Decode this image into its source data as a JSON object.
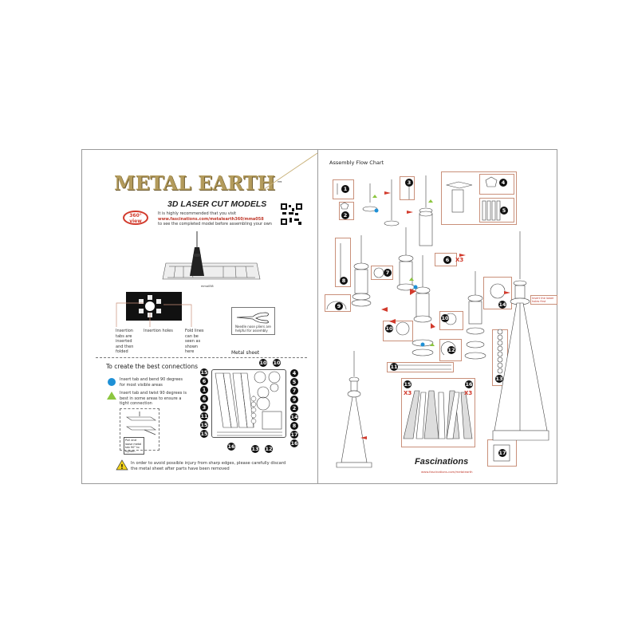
{
  "left_page": {
    "logo": {
      "brand": "METAL EARTH",
      "tm": "™",
      "tagline": "3D LASER CUT MODELS",
      "badge": "360° view"
    },
    "intro_lines": [
      "It is highly recommended that you visit",
      "www.fascinations.com/metalearth360/mma058",
      "to see the completed model before assembling your own"
    ],
    "model_caption": "mma058",
    "diagram_labels": [
      "Insertion tabs are inserted and then folded",
      "Insertion holes",
      "Fold lines can be seen as shown here"
    ],
    "pliers_note": "Needle nose pliers are helpful for assembly",
    "connections_title": "To create the best connections",
    "connections": [
      {
        "icon": "blue-circle",
        "text": "Insert tab and bend 90 degrees for most visible areas",
        "color": "#1e90d6"
      },
      {
        "icon": "green-triangle",
        "text": "Insert tab and twist 90 degrees is best in some areas to ensure a tight connection",
        "color": "#8cc63f"
      }
    ],
    "tip_box": "Pull and loose metal tab 90° to tighten",
    "metal_sheet": {
      "title": "Metal sheet",
      "labels": [
        "15",
        "6",
        "1",
        "6",
        "3",
        "11",
        "15",
        "15",
        "10",
        "10",
        "4",
        "5",
        "7",
        "9",
        "2",
        "14",
        "8",
        "17",
        "16",
        "16",
        "13",
        "12"
      ]
    },
    "warning": "In order to avoid possible injury from sharp edges, please carefully discard the metal sheet after parts have been removed"
  },
  "right_page": {
    "title": "Assembly Flow Chart",
    "steps": {
      "s1": "1",
      "s2": "2",
      "s3": "3",
      "s4": "4",
      "s5": "5",
      "s6": "6",
      "s7": "7",
      "s8": "8",
      "s9": "9",
      "s10a": "10",
      "s10b": "10",
      "s11": "11",
      "s12": "12",
      "s13": "13",
      "s14": "14",
      "s15": "15",
      "s16": "16",
      "s17": "17"
    },
    "multipliers": {
      "m6": "X3",
      "m15": "X3",
      "m16": "X3"
    },
    "callout": "Insert the lower holes first",
    "brand": "Fascinations",
    "brand_url": "www.fascinations.com/metalearth"
  },
  "colors": {
    "accent_red": "#d23a2c",
    "box_border": "#c9907a",
    "logo_gold": "#b39b5c",
    "blue": "#1e90d6",
    "green": "#8cc63f"
  }
}
